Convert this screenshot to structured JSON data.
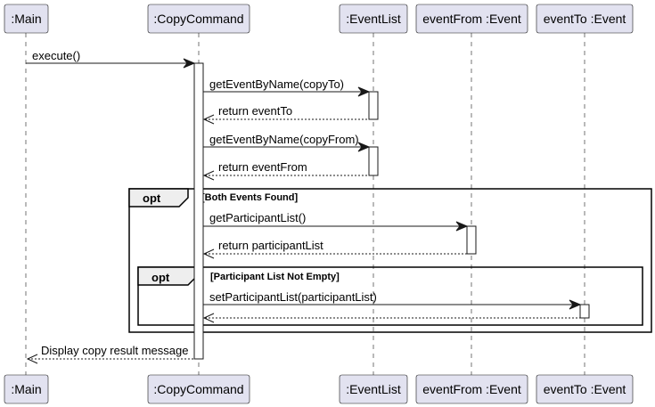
{
  "participants": [
    {
      "id": "main",
      "label": ":Main"
    },
    {
      "id": "copycommand",
      "label": ":CopyCommand"
    },
    {
      "id": "eventlist",
      "label": ":EventList"
    },
    {
      "id": "eventfrom",
      "label": "eventFrom :Event"
    },
    {
      "id": "eventto",
      "label": "eventTo :Event"
    }
  ],
  "messages": [
    {
      "from": "main",
      "to": "copycommand",
      "label": "execute()",
      "kind": "call"
    },
    {
      "from": "copycommand",
      "to": "eventlist",
      "label": "getEventByName(copyTo)",
      "kind": "call"
    },
    {
      "from": "eventlist",
      "to": "copycommand",
      "label": "return eventTo",
      "kind": "return"
    },
    {
      "from": "copycommand",
      "to": "eventlist",
      "label": "getEventByName(copyFrom)",
      "kind": "call"
    },
    {
      "from": "eventlist",
      "to": "copycommand",
      "label": "return eventFrom",
      "kind": "return"
    },
    {
      "from": "copycommand",
      "to": "eventfrom",
      "label": "getParticipantList()",
      "kind": "call"
    },
    {
      "from": "eventfrom",
      "to": "copycommand",
      "label": "return participantList",
      "kind": "return"
    },
    {
      "from": "copycommand",
      "to": "eventto",
      "label": "setParticipantList(participantList)",
      "kind": "call"
    },
    {
      "from": "eventto",
      "to": "copycommand",
      "label": "",
      "kind": "return"
    },
    {
      "from": "copycommand",
      "to": "main",
      "label": "Display copy result message",
      "kind": "return"
    }
  ],
  "fragments": [
    {
      "operator": "opt",
      "guard": "[Both Events Found]"
    },
    {
      "operator": "opt",
      "guard": "[Participant List Not Empty]"
    }
  ]
}
